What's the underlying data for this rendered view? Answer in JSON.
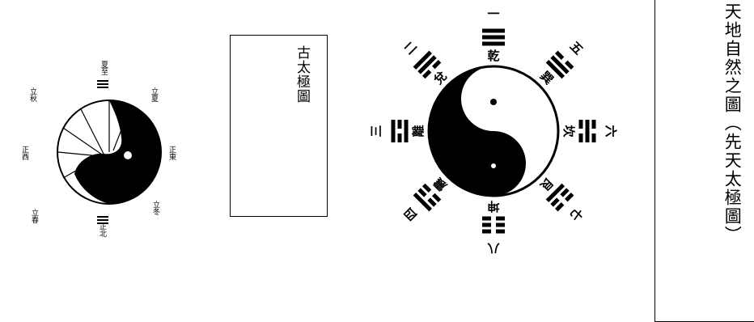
{
  "ancient_diagram": {
    "caption": "古太極圖",
    "labels": {
      "top": "夏至",
      "top_right": "立夏",
      "right": "正東",
      "bottom_right": "立冬",
      "bottom": "正北",
      "bottom_left": "立春",
      "left": "正西",
      "top_left": "立秋"
    }
  },
  "natural_diagram": {
    "caption": "天地自然之圖（先天太極圖）",
    "trigrams": [
      {
        "name": "乾",
        "number": "一",
        "lines": [
          1,
          1,
          1
        ],
        "angle": 0
      },
      {
        "name": "巽",
        "number": "五",
        "lines": [
          1,
          1,
          0
        ],
        "angle": 45
      },
      {
        "name": "坎",
        "number": "六",
        "lines": [
          0,
          1,
          0
        ],
        "angle": 90
      },
      {
        "name": "艮",
        "number": "七",
        "lines": [
          1,
          0,
          0
        ],
        "angle": 135
      },
      {
        "name": "坤",
        "number": "八",
        "lines": [
          0,
          0,
          0
        ],
        "angle": 180
      },
      {
        "name": "震",
        "number": "四",
        "lines": [
          0,
          0,
          1
        ],
        "angle": 225
      },
      {
        "name": "離",
        "number": "三",
        "lines": [
          1,
          0,
          1
        ],
        "angle": 270
      },
      {
        "name": "兌",
        "number": "二",
        "lines": [
          0,
          1,
          1
        ],
        "angle": 315
      }
    ]
  },
  "colors": {
    "ink": "#000000",
    "paper": "#ffffff"
  }
}
